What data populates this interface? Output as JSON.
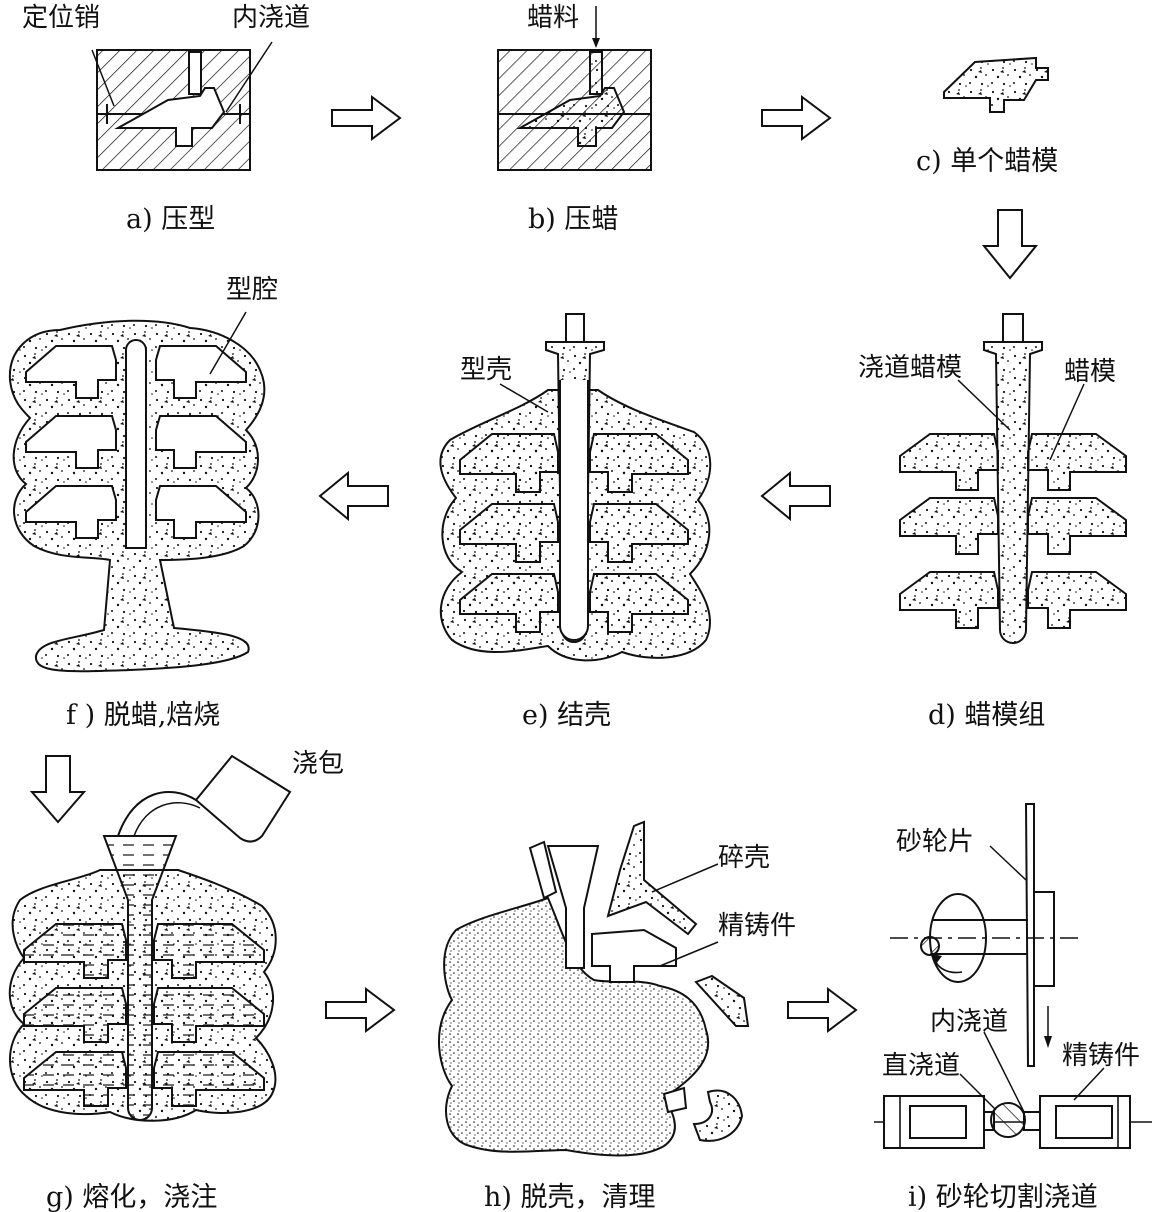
{
  "steps": [
    {
      "id": "a",
      "caption": "a) 压型"
    },
    {
      "id": "b",
      "caption": "b) 压蜡"
    },
    {
      "id": "c",
      "caption": "c) 单个蜡模"
    },
    {
      "id": "d",
      "caption": "d)  蜡模组"
    },
    {
      "id": "e",
      "caption": "e) 结壳"
    },
    {
      "id": "f",
      "caption": "f ) 脱蜡,焙烧"
    },
    {
      "id": "g",
      "caption": "g) 熔化，浇注"
    },
    {
      "id": "h",
      "caption": "h) 脱壳，清理"
    },
    {
      "id": "i",
      "caption": "i) 砂轮切割浇道"
    }
  ],
  "labels": {
    "locating_pin": "定位销",
    "inner_gate_a": "内浇道",
    "wax_material": "蜡料",
    "gate_wax_pattern": "浇道蜡模",
    "wax_pattern": "蜡模",
    "shell": "型壳",
    "cavity": "型腔",
    "ladle": "浇包",
    "broken_shell": "碎壳",
    "precision_casting_h": "精铸件",
    "grinding_wheel": "砂轮片",
    "inner_gate_i": "内浇道",
    "sprue": "直浇道",
    "precision_casting_i": "精铸件"
  },
  "colors": {
    "ink": "#111111",
    "paper": "#ffffff"
  }
}
